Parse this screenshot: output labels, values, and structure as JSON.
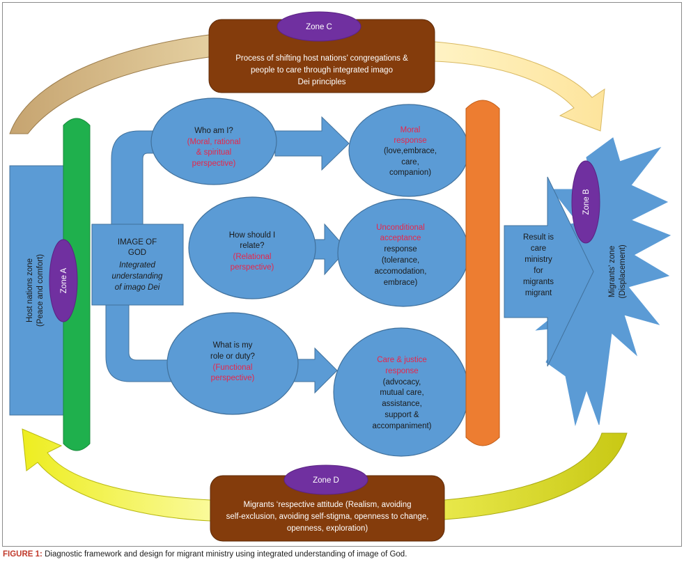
{
  "zone_c": {
    "label": "Zone C",
    "lines": [
      "Process of shifting host nations’ congregations &",
      "people to care through integrated imago",
      "Dei principles"
    ]
  },
  "zone_d": {
    "label": "Zone D",
    "lines": [
      "Migrants ‘respective attitude (Realism, avoiding",
      "self-exclusion, avoiding self-stigma, openness to change,",
      "openness, exploration)"
    ]
  },
  "zone_a": {
    "label": "Zone A",
    "host_lines": [
      "Host nations zone",
      "(Peace and comfort)"
    ]
  },
  "zone_b": {
    "label": "Zone B",
    "migrant_lines": [
      "Migrants’ zone",
      "(Displacement)"
    ]
  },
  "image_of_god": {
    "lines": [
      "IMAGE OF",
      "GOD"
    ],
    "italic_lines": [
      "Integrated",
      "understanding",
      "of imago Dei"
    ]
  },
  "questions": [
    {
      "dark_lines": [
        "Who am I?"
      ],
      "red_lines": [
        "(Moral, rational",
        "& spiritual",
        "perspective)"
      ]
    },
    {
      "dark_lines": [
        "How should I",
        "relate?"
      ],
      "red_lines": [
        "(Relational",
        "perspective)"
      ]
    },
    {
      "dark_lines": [
        "What is my",
        "role or duty?"
      ],
      "red_lines": [
        "(Functional",
        "perspective)"
      ]
    }
  ],
  "responses": [
    {
      "red_lines": [
        "Moral",
        "response"
      ],
      "dark_lines": [
        "(love,embrace,",
        "care,",
        "companion)"
      ]
    },
    {
      "red_lines": [
        "Unconditional",
        "acceptance"
      ],
      "dark_lines": [
        "response",
        "(tolerance,",
        "accomodation,",
        "embrace)"
      ]
    },
    {
      "red_lines": [
        "Care & justice",
        "response"
      ],
      "dark_lines": [
        "(advocacy,",
        "mutual care,",
        "assistance,",
        "support &",
        "accompaniment)"
      ]
    }
  ],
  "result": {
    "lines": [
      "Result is",
      "care",
      "ministry",
      "for",
      "migrants",
      "migrant"
    ]
  },
  "caption": {
    "label": "FIGURE 1:",
    "text": "Diagnostic framework and design for migrant ministry using integrated understanding of image of God."
  },
  "colors": {
    "blue": "#5b9bd5",
    "blue_border": "#41719c",
    "brown": "#843c0c",
    "purple": "#7030a0",
    "green": "#1fb04d",
    "orange": "#ed7d31",
    "yellow": "#dddd10",
    "light_yellow": "#fde49c",
    "tan": "#c9a96e",
    "red_text": "#e8254a"
  }
}
